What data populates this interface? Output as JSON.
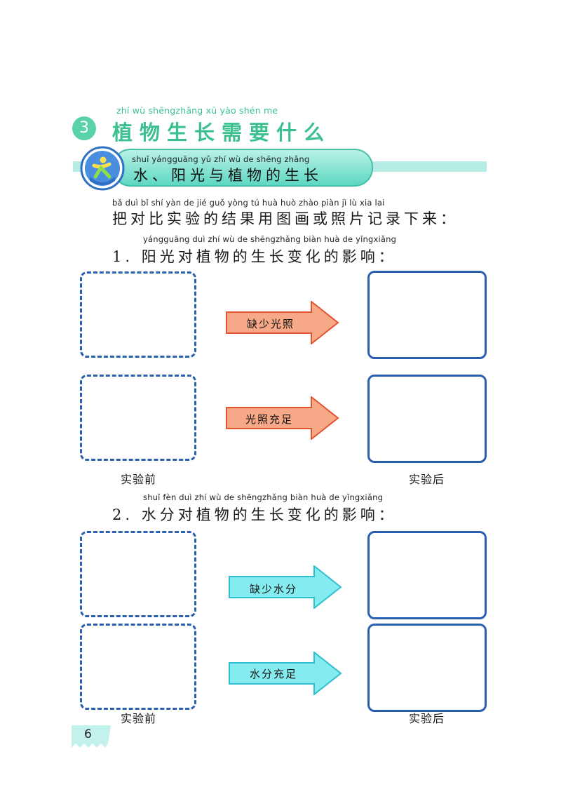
{
  "lesson": {
    "number": "3",
    "pinyin": "zhí   wù shēngzhǎng  xū   yào shén  me",
    "title": "植物生长需要什么"
  },
  "section": {
    "pinyin": "shuǐ       yángguāng  yǔ   zhí   wù   de  shēng zhǎng",
    "title": "水、阳光与植物的生长",
    "icon": "explore-logo-icon"
  },
  "instruction": {
    "pinyin": "bǎ   duì   bǐ   shí  yàn  de   jié  guǒ yòng  tú   huà  huò zhào piàn   jì    lù   xia  lai",
    "text": "把对比实验的结果用图画或照片记录下来："
  },
  "q1": {
    "pinyin": "yángguāng duì  zhí   wù   de  shēngzhǎng biàn huà  de  yǐngxiǎng",
    "title": "1. 阳光对植物的生长变化的影响：",
    "arrow1": "缺少光照",
    "arrow2": "光照充足",
    "before": "实验前",
    "after": "实验后"
  },
  "q2": {
    "pinyin": "shuǐ  fèn  duì  zhí   wù   de  shēngzhǎng biàn  huà  de  yǐngxiǎng",
    "title": "2. 水分对植物的生长变化的影响：",
    "arrow1": "缺少水分",
    "arrow2": "水分充足",
    "before": "实验前",
    "after": "实验后"
  },
  "page_number": "6",
  "colors": {
    "accent_green": "#3cc090",
    "box_blue": "#2a5fb0",
    "arrow_orange": "#f7a987",
    "arrow_cyan": "#84ecf0"
  }
}
